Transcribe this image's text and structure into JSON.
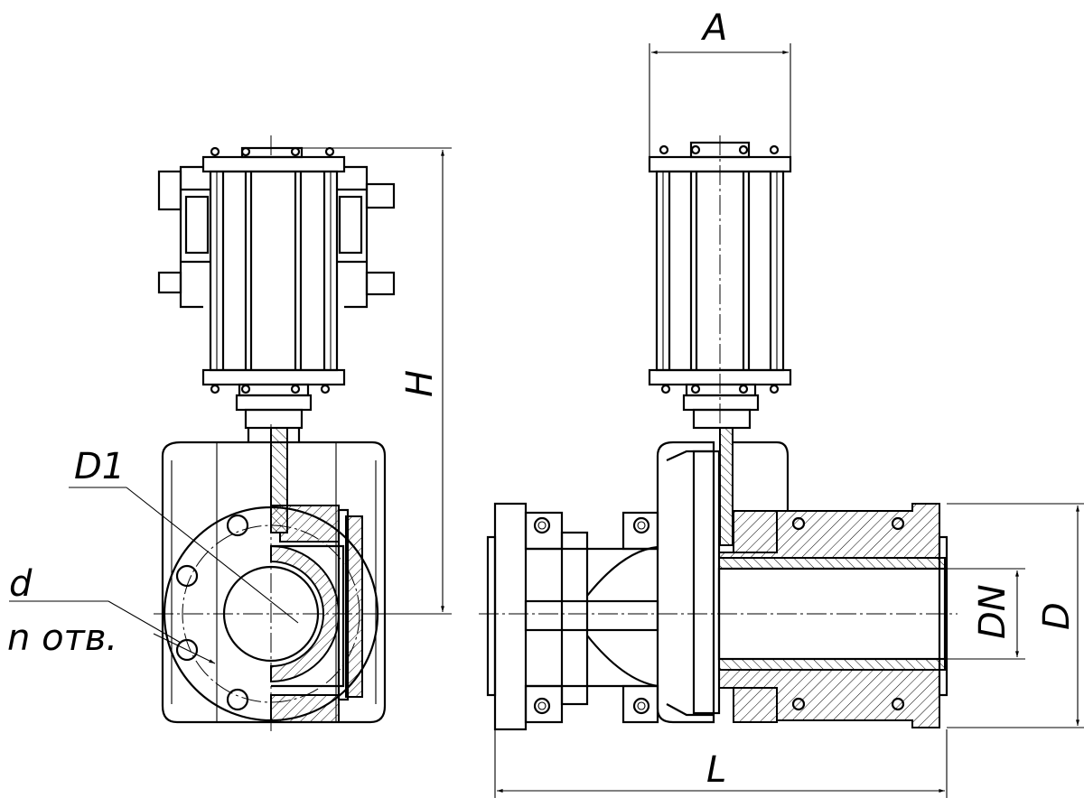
{
  "labels": {
    "A": "A",
    "H": "H",
    "D1": "D1",
    "d": "d",
    "n_holes": "n отв.",
    "DN": "DN",
    "D": "D",
    "L": "L"
  }
}
